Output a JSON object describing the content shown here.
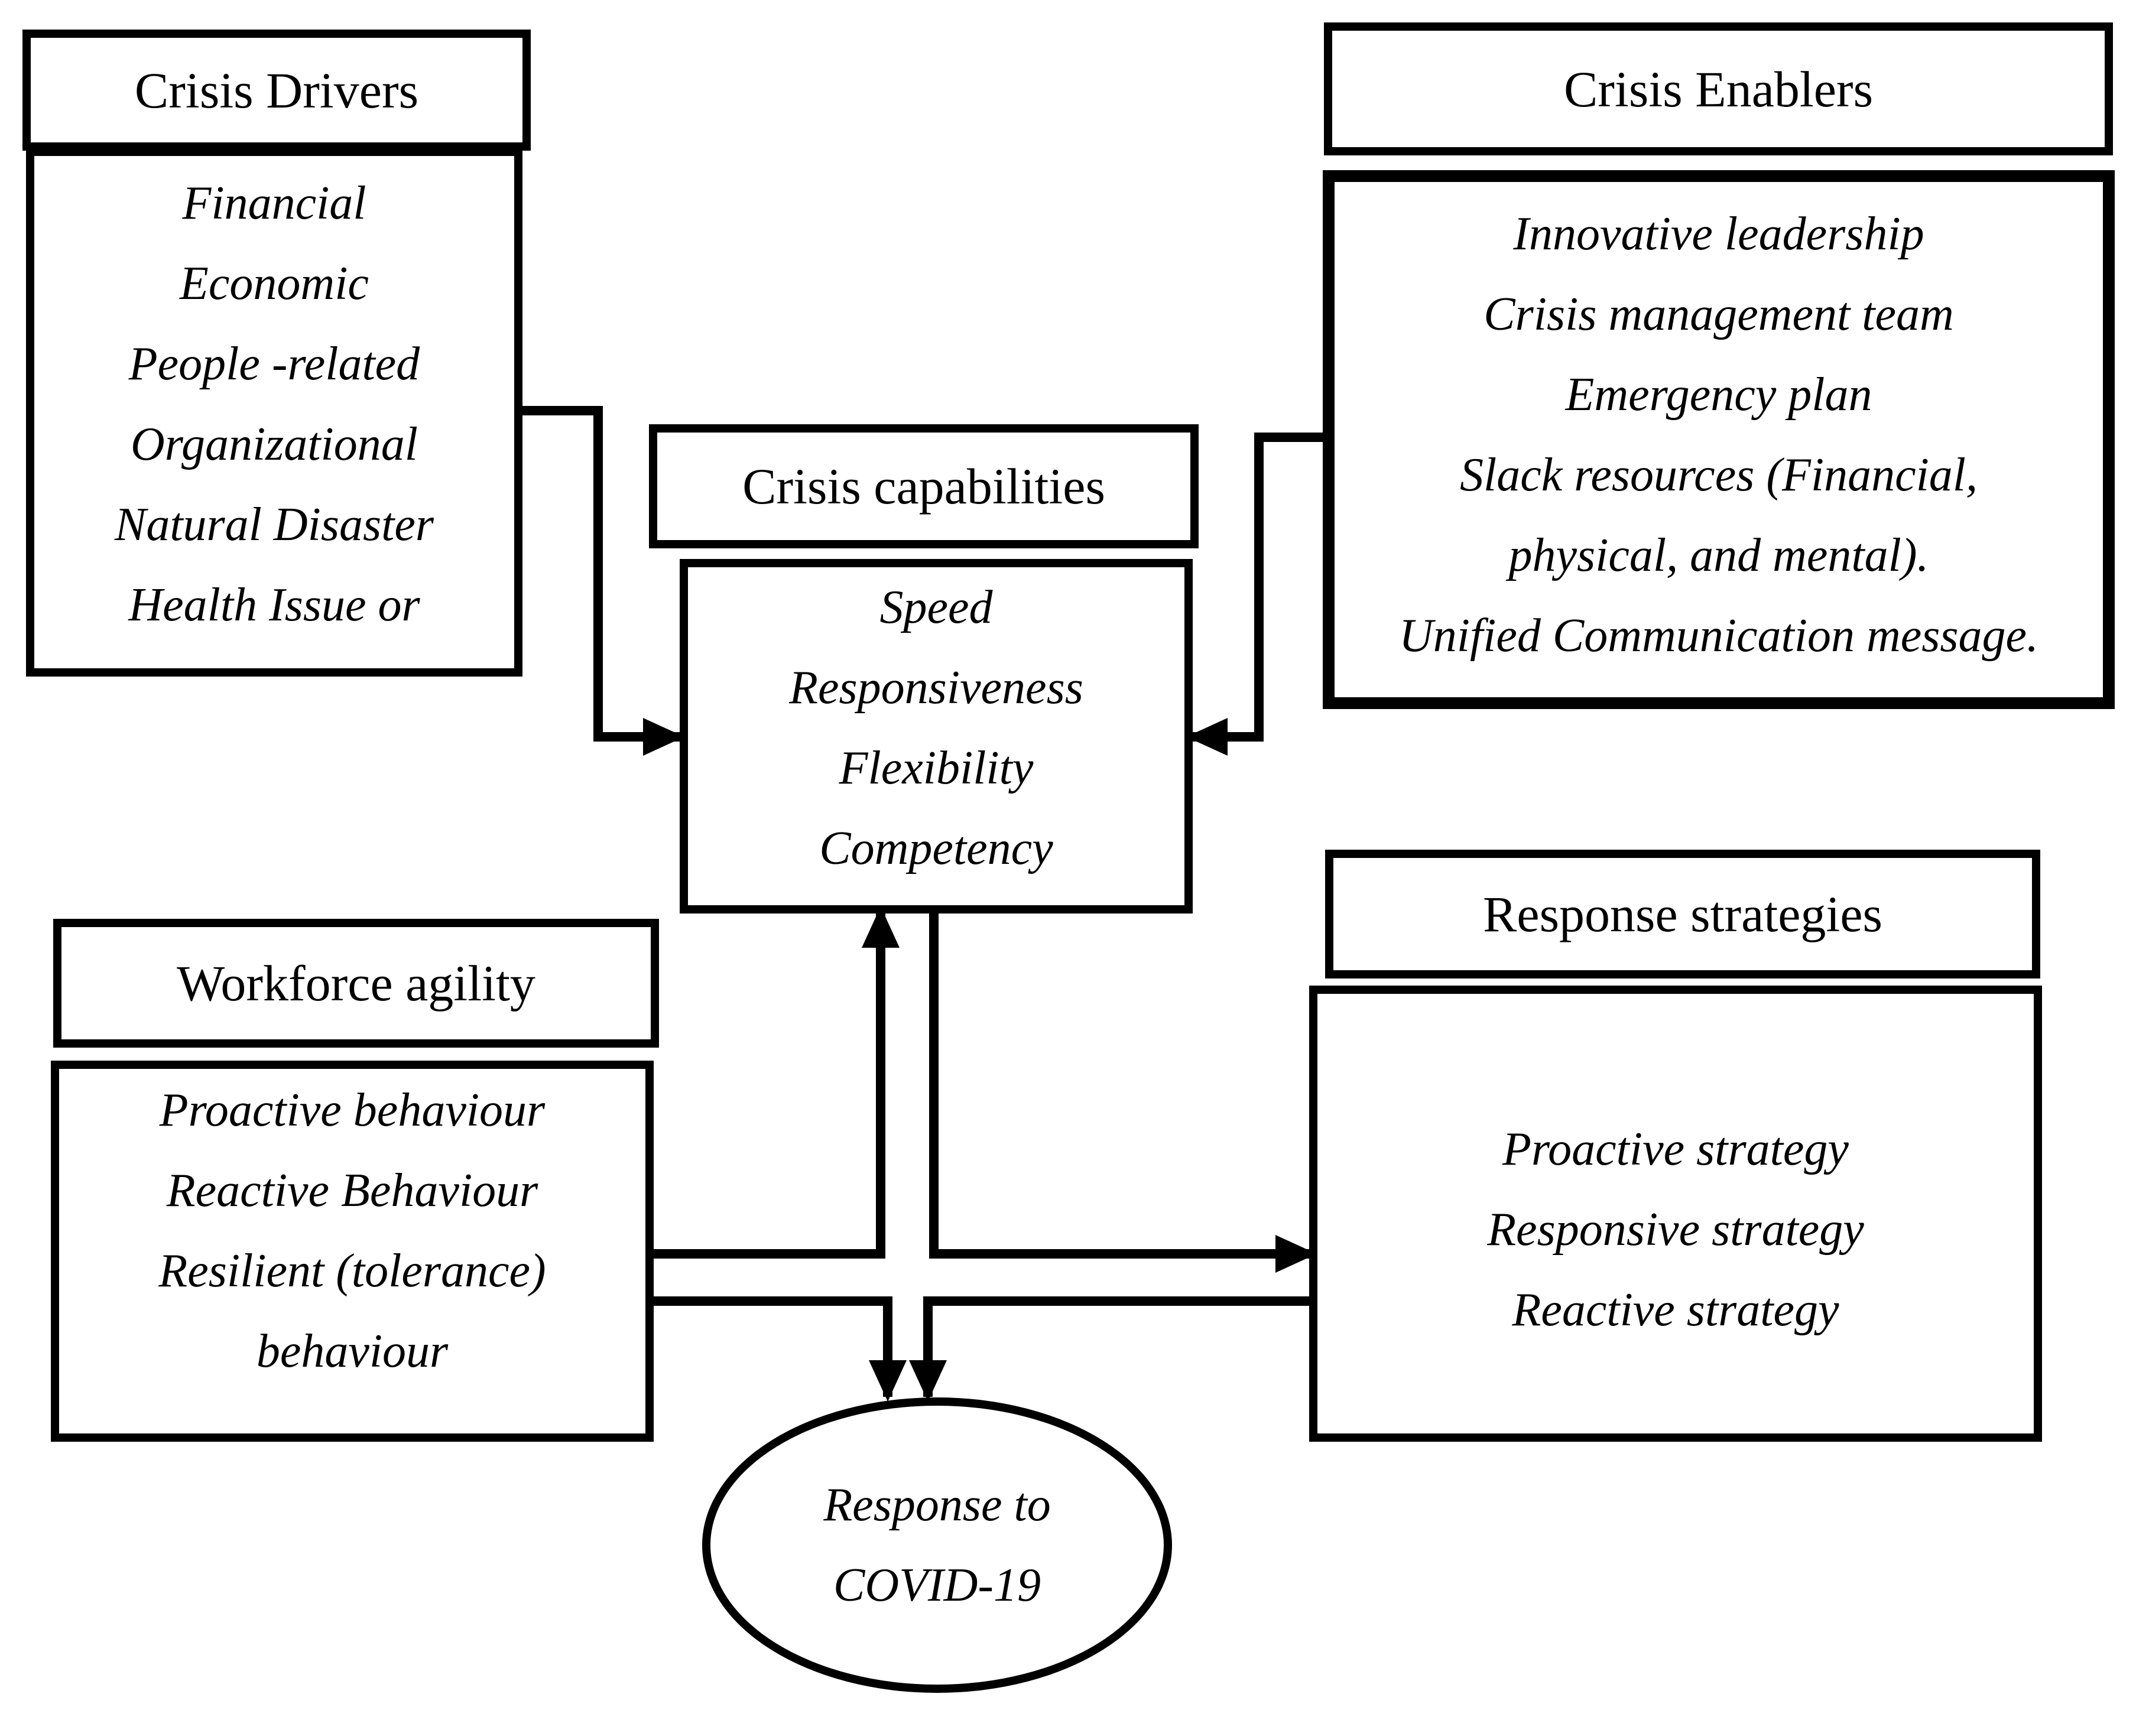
{
  "diagram": {
    "crisis_drivers": {
      "title": "Crisis Drivers",
      "items": [
        "Financial",
        "Economic",
        "People -related",
        "Organizational",
        "Natural Disaster",
        "Health Issue or"
      ]
    },
    "crisis_enablers": {
      "title": "Crisis Enablers",
      "items": [
        "Innovative leadership",
        "Crisis management team",
        "Emergency plan",
        "Slack resources (Financial,",
        "physical, and mental).",
        "Unified Communication message."
      ]
    },
    "crisis_capabilities": {
      "title": "Crisis capabilities",
      "items": [
        "Speed",
        "Responsiveness",
        "Flexibility",
        "Competency"
      ]
    },
    "workforce_agility": {
      "title": "Workforce agility",
      "items": [
        "Proactive behaviour",
        "Reactive Behaviour",
        "Resilient (tolerance)",
        "behaviour"
      ]
    },
    "response_strategies": {
      "title": "Response strategies",
      "items": [
        "Proactive strategy",
        "Responsive strategy",
        "Reactive strategy"
      ]
    },
    "outcome": {
      "line1": "Response to",
      "line2": "COVID-19"
    }
  }
}
